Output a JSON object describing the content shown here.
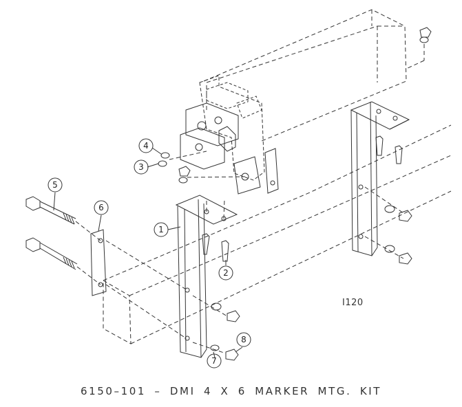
{
  "diagram": {
    "callouts": [
      "1",
      "2",
      "3",
      "4",
      "5",
      "6",
      "7",
      "8"
    ],
    "figure_id": "I120",
    "caption": "6150–101 – DMI 4 X 6 MARKER MTG. KIT"
  },
  "colors": {
    "ink": "#333333",
    "background": "#ffffff"
  }
}
